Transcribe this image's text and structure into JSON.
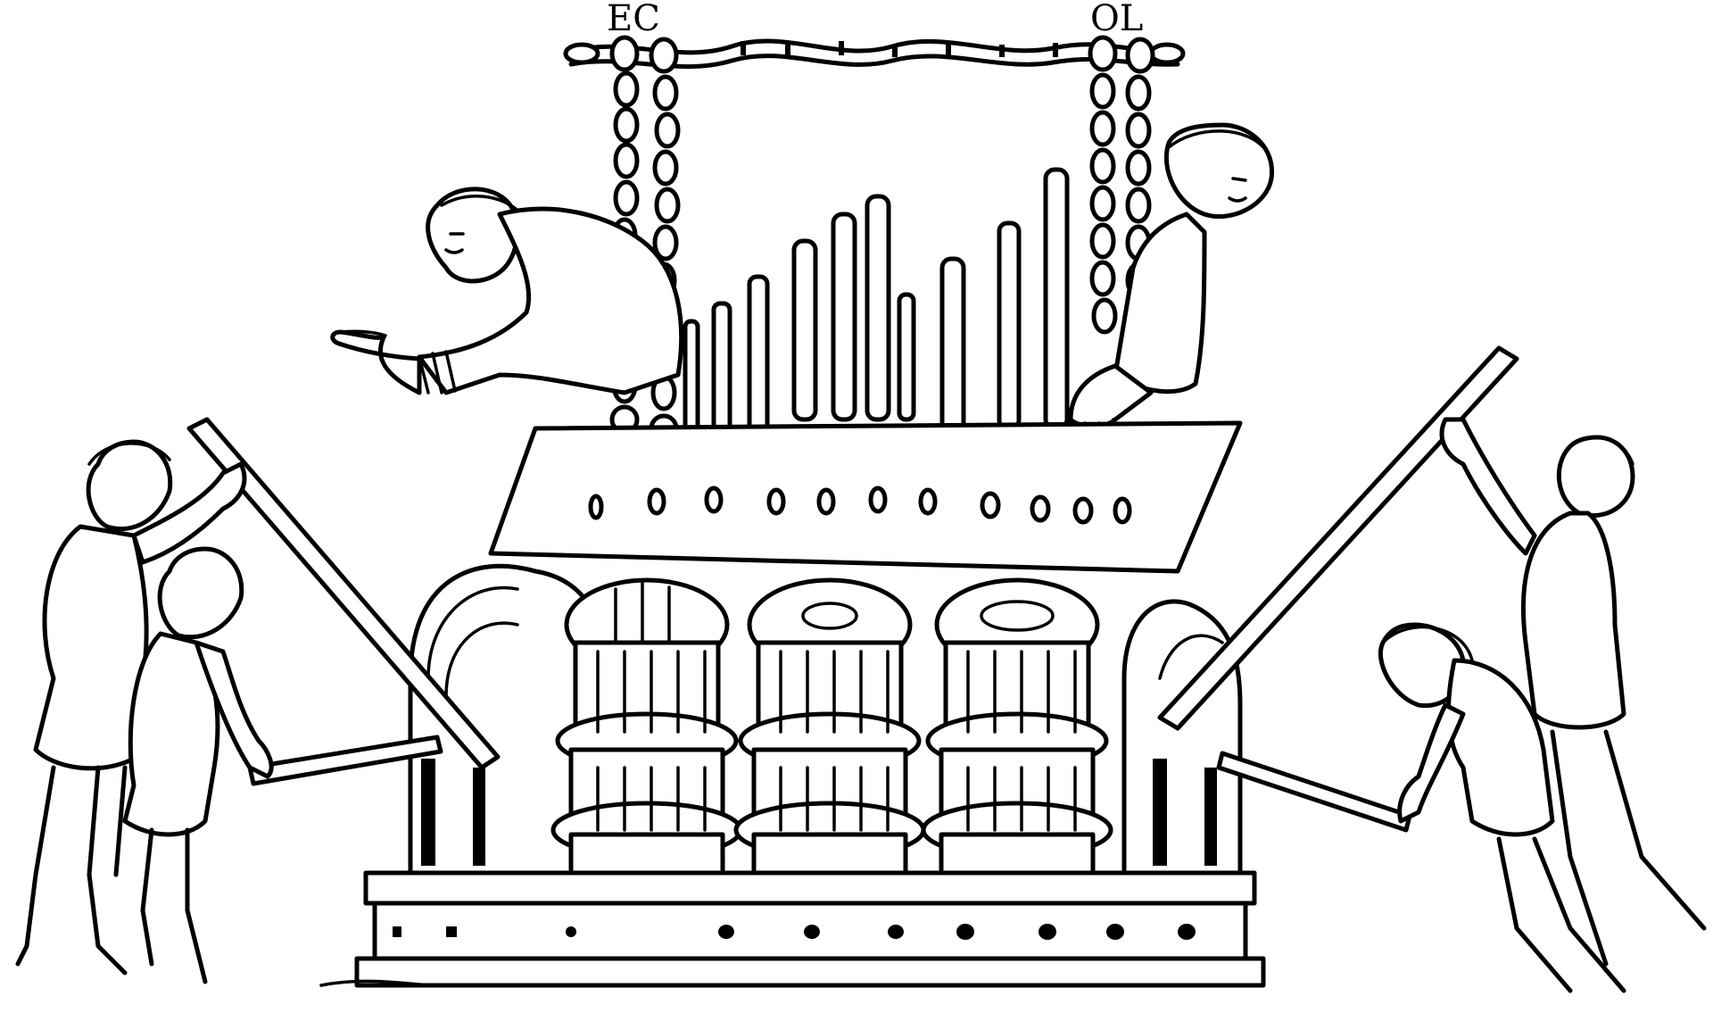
{
  "image": {
    "description_type": "line-art illustration",
    "ink_color": "#000000",
    "paper_color": "#ffffff"
  },
  "inscriptions": {
    "left": "EC",
    "right": "OL"
  }
}
